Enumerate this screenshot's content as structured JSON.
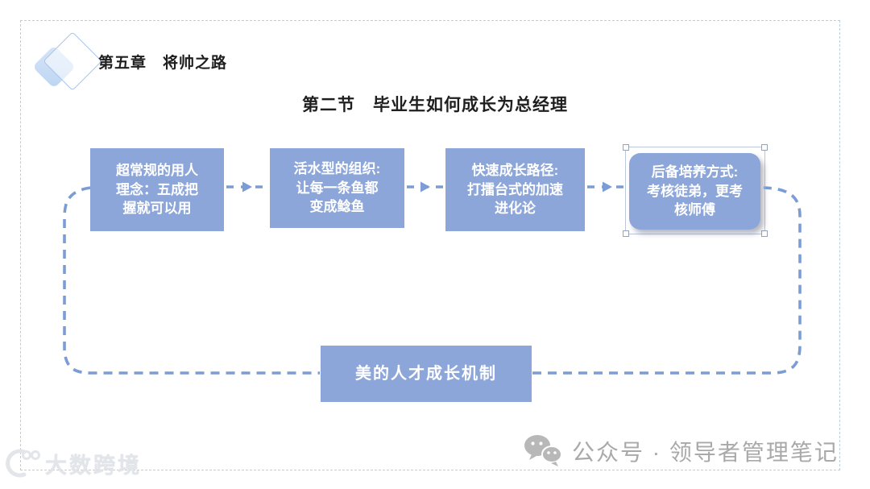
{
  "colors": {
    "boxFill": "#8da6d9",
    "boxText": "#ffffff",
    "connector": "#7b9cd4",
    "pageBorder": "#b5cfe6",
    "titleText": "#1f1f1f",
    "footerText": "#a9a9a9",
    "watermark": "#dfe3e8",
    "logoFill": "#bdd5f2",
    "logoStroke": "#a9c6ea",
    "wechatIcon": "#b8b8b8"
  },
  "header": {
    "chapter_title": "第五章　将帅之路",
    "section_title": "第二节　毕业生如何成长为总经理"
  },
  "flow": {
    "boxes": [
      {
        "text": "超常规的用人\n理念：五成把\n握就可以用"
      },
      {
        "text": "活水型的组织:\n让每一条鱼都\n变成鲶鱼"
      },
      {
        "text": "快速成长路径:\n打擂台式的加速\n进化论"
      },
      {
        "text": "后备培养方式:\n考核徒弟，更考\n核师傅"
      }
    ],
    "bottom_box": "美的人才成长机制"
  },
  "footer": {
    "brand": "公众号 · 领导者管理笔记"
  },
  "watermark": {
    "text": "大数跨境"
  },
  "icons": {
    "logo": "double-diamond-icon",
    "footer": "wechat-icon",
    "watermark": "smiley-logo-icon"
  }
}
